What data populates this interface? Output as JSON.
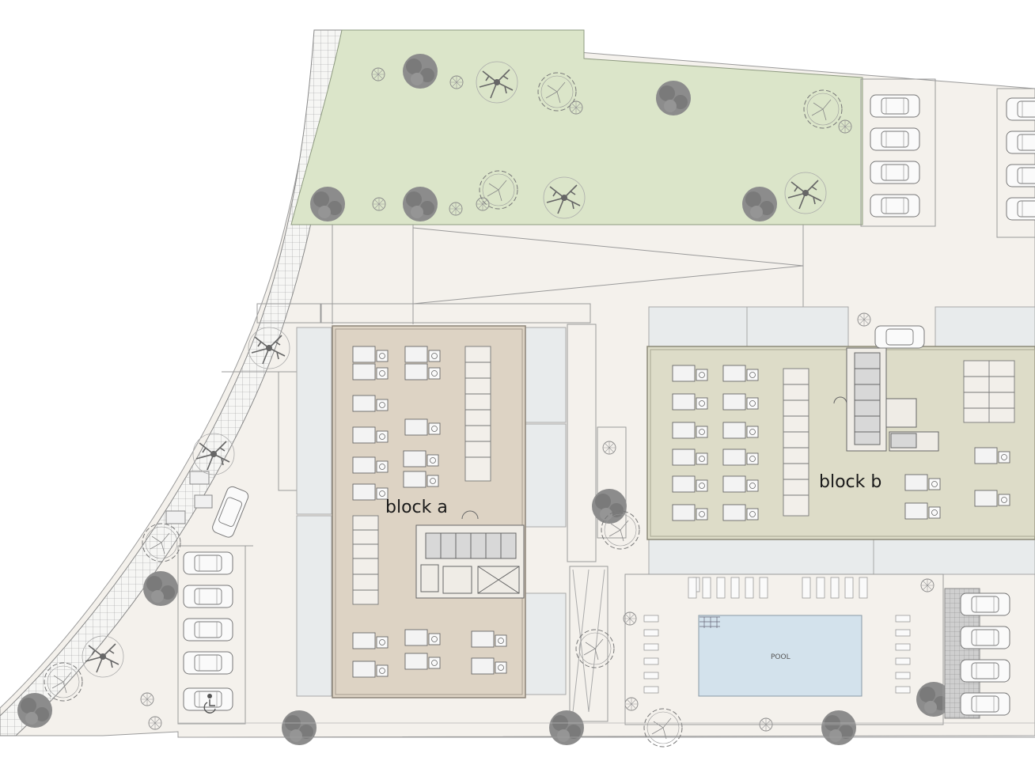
{
  "labels": {
    "block_a": "block a",
    "block_b": "block b",
    "pool": "POOL"
  },
  "colors": {
    "ground": "#f4f1ec",
    "lawn": "#dbe5c9",
    "block_a": "#ddd3c4",
    "block_b": "#dddcc8",
    "pool": "#d3e2ec",
    "terrace": "#e8ebec",
    "line": "#8c8c8c",
    "tree_dark": "#7d7d7d"
  },
  "icons": [
    "tree-canopy-icon",
    "shrub-icon",
    "car-icon",
    "accessible-parking-icon",
    "sunbed-icon"
  ]
}
